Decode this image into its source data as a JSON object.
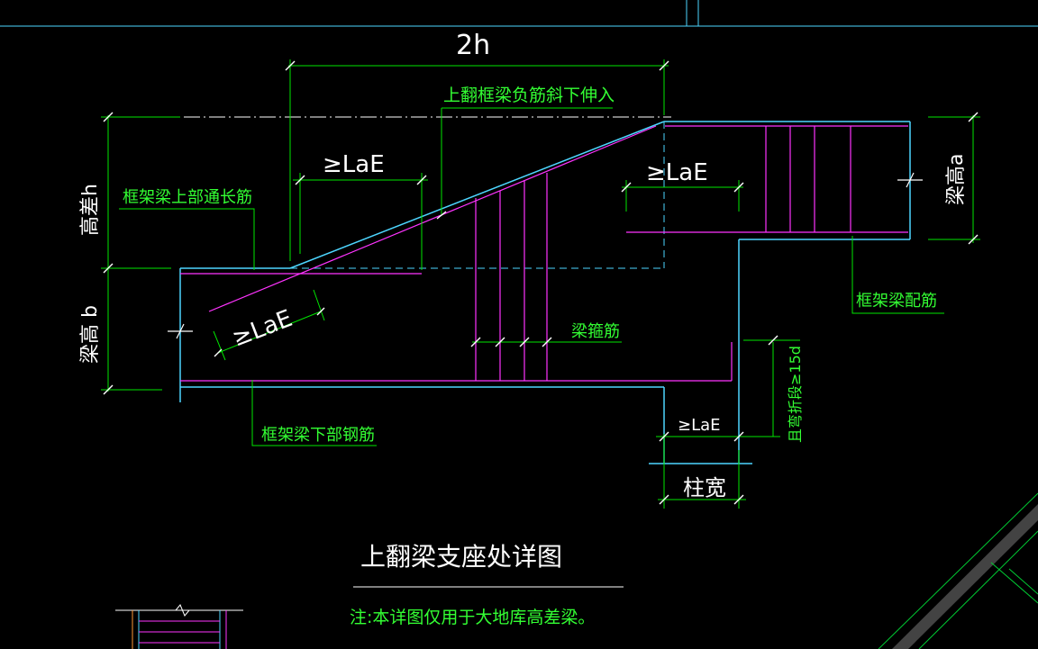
{
  "colors": {
    "background": "#000000",
    "dimension": "#00e600",
    "concrete": "#4dd6ff",
    "rebar": "#ff33ff",
    "text_white": "#ffffff",
    "text_green": "#33ff33",
    "frame": "#4dd6ff"
  },
  "labels": {
    "dim_2h": "2h",
    "neg_rebar": "上翻框梁负筋斜下伸入",
    "lae_top_left": "≥LaE",
    "lae_top_right": "≥LaE",
    "lae_diag": "≥LaE",
    "lae_bottom": "≥LaE",
    "top_through": "框架梁上部通长筋",
    "height_diff": "高差h",
    "beam_height_b": "梁高 b",
    "beam_height_a": "梁高a",
    "stirrup": "梁箍筋",
    "frame_rebar": "框架梁配筋",
    "bottom_rebar": "框架梁下部钢筋",
    "bend_15d": "且弯折段≥15d",
    "column_width": "柱宽",
    "title": "上翻梁支座处详图",
    "note": "注:本详图仅用于大地库高差梁。"
  }
}
